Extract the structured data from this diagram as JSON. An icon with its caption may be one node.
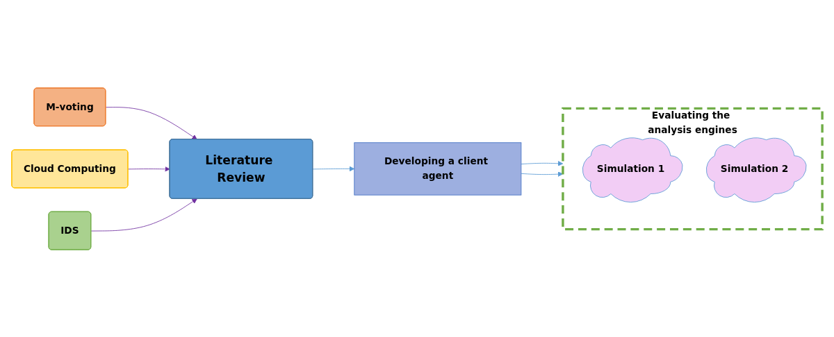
{
  "diagram": {
    "nodes": [
      {
        "text": [
          "Literature Review"
        ]
      },
      {
        "text": [
          "M-voting"
        ]
      },
      {
        "text": [
          "Cloud Computing"
        ]
      },
      {
        "text": [
          "IDS"
        ]
      },
      {
        "text": [
          "Developing a client agent"
        ]
      },
      {
        "text": [
          "Evaluating the analysis engines"
        ]
      },
      {
        "text": [
          "Simulation 1"
        ],
        "in": 5
      },
      {
        "text": [
          "Simulation 2"
        ],
        "in": 5
      }
    ],
    "edges": [
      {
        "from": 1,
        "to": 0,
        "arrow": "to",
        "color": "#7030a0"
      },
      {
        "from": 2,
        "to": 0,
        "arrow": "to",
        "color": "#7030a0"
      },
      {
        "from": 3,
        "to": 0,
        "arrow": "to",
        "color": "#7030a0"
      },
      {
        "from": 0,
        "to": 4,
        "arrow": "to",
        "color": "#5b9bd5"
      },
      {
        "from": 4,
        "to": 5,
        "arrow": "to",
        "color": "#5b9bd5"
      },
      {
        "from": 4,
        "to": 5,
        "arrow": "to",
        "color": "#5b9bd5"
      }
    ]
  }
}
